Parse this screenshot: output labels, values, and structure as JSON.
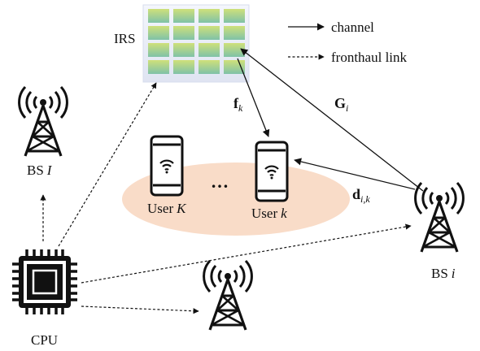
{
  "legend": {
    "channel_label": "channel",
    "fronthaul_label": "fronthaul link"
  },
  "nodes": {
    "irs_label": "IRS",
    "cpu_label": "CPU",
    "bs_I_text": "BS",
    "bs_I_index": "I",
    "bs_i_text": "BS",
    "bs_i_index": "i",
    "user_K_text": "User",
    "user_K_index": "K",
    "user_k_text": "User",
    "user_k_index": "k",
    "ellipsis": "…"
  },
  "links": {
    "f_main": "f",
    "f_sub": "k",
    "G_main": "G",
    "G_sub": "i",
    "d_main": "d",
    "d_sub": "i,k"
  },
  "colors": {
    "ellipse_fill": "#f9dcc8",
    "irs_tile_top": "#cfe07a",
    "irs_tile_bottom": "#7fc2a8",
    "irs_frame": "#eef2fb",
    "line": "#111111"
  }
}
